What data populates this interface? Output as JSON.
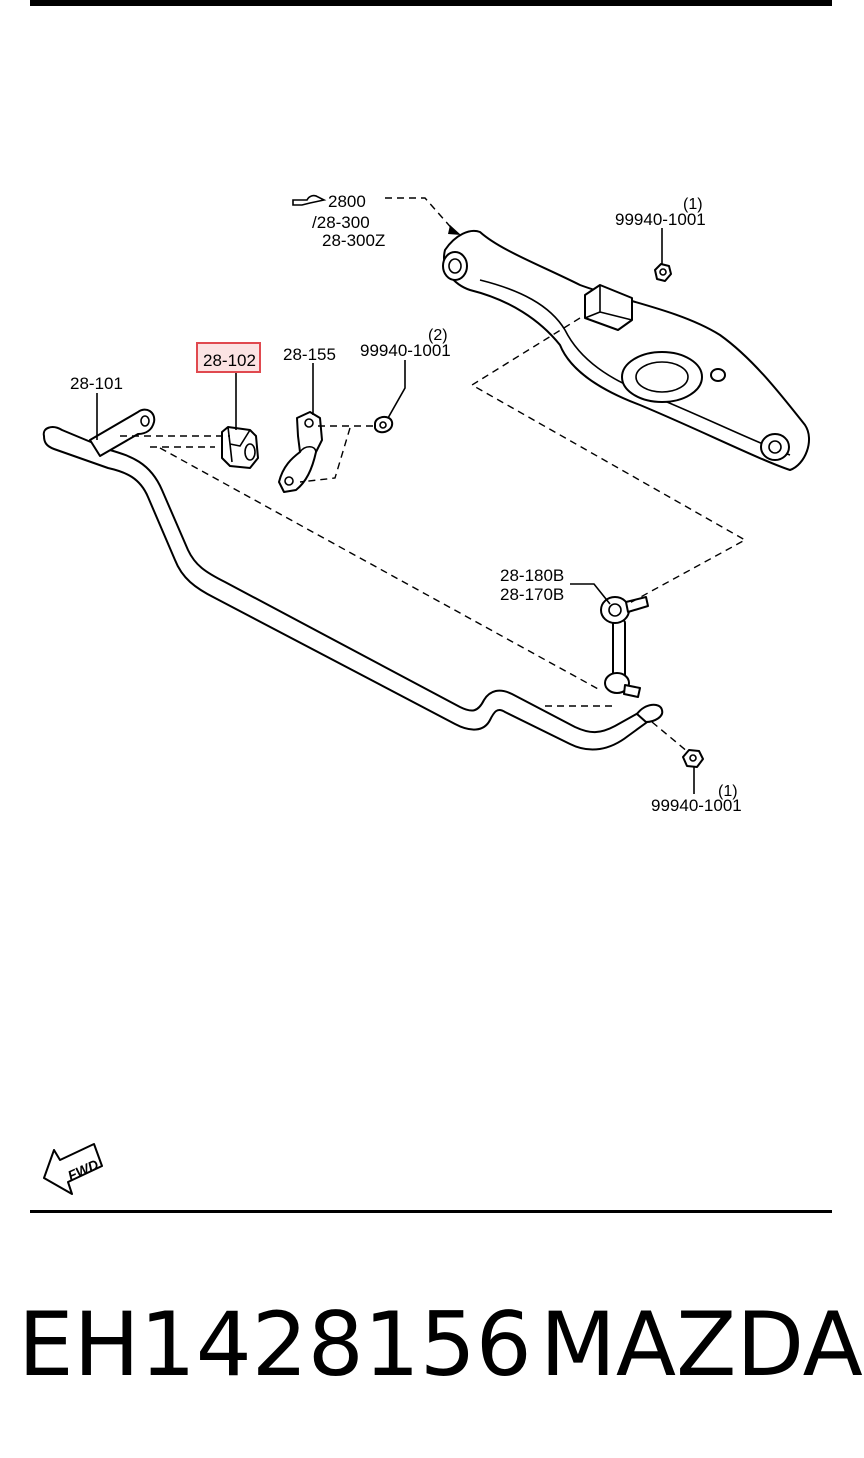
{
  "diagram": {
    "callouts": {
      "ref_2800": "2800",
      "ref_28_300": "28-300",
      "ref_28_300z": "28-300Z",
      "ref_99940_top": "99940-1001",
      "qty_top": "(1)",
      "ref_28_102": "28-102",
      "ref_28_155": "28-155",
      "ref_99940_mid": "99940-1001",
      "qty_mid": "(2)",
      "ref_28_101": "28-101",
      "ref_28_180b": "28-180B",
      "ref_28_170b": "28-170B",
      "ref_99940_bot": "99940-1001",
      "qty_bot": "(1)"
    },
    "highlighted_part": "28-102",
    "fwd_label": "FWD",
    "icons": [
      "pointing-hand-icon",
      "fwd-arrow-icon"
    ],
    "highlight_color": "#e0494f"
  },
  "footer": {
    "part_number": "EH1428156",
    "brand": "MAZDA"
  }
}
